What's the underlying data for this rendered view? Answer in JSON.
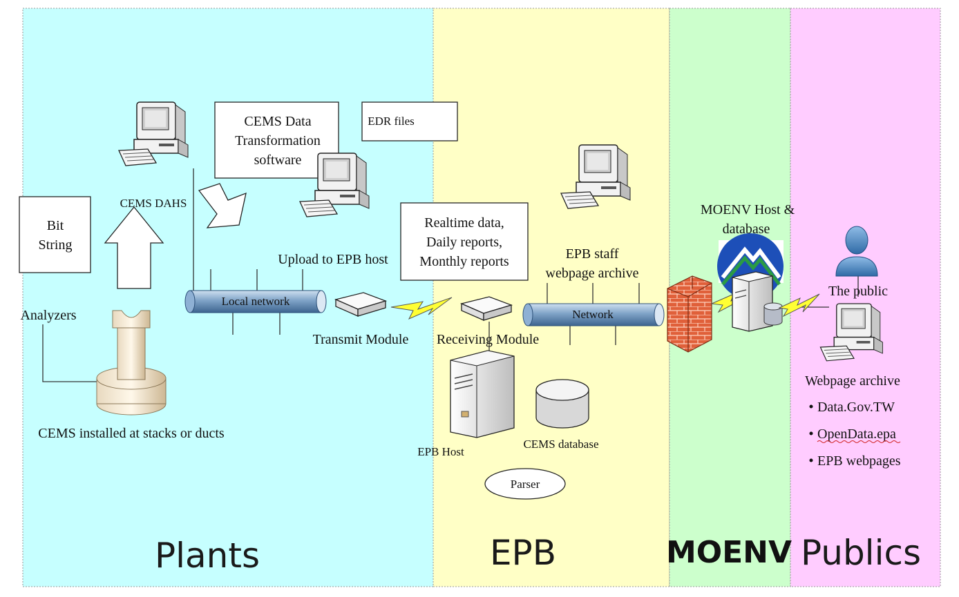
{
  "zones": {
    "plants": {
      "title": "Plants",
      "color": "#c6ffff"
    },
    "epb": {
      "title": "EPB",
      "color": "#ffffc6"
    },
    "moenv": {
      "title": "MOENV",
      "color": "#ccffcc"
    },
    "publics": {
      "title": "Publics",
      "color": "#ffccff"
    }
  },
  "labels": {
    "bit_string": [
      "Bit",
      "String"
    ],
    "analyzers": "Analyzers",
    "cems_installed": "CEMS installed at stacks or ducts",
    "cems_dahs": "CEMS DAHS",
    "transformation": [
      "CEMS Data",
      "Transformation",
      "software"
    ],
    "edr_files": "EDR files",
    "upload": "Upload to EPB host",
    "local_network": "Local network",
    "transmit_module": "Transmit Module",
    "reports": [
      "Realtime data,",
      "Daily reports,",
      "Monthly reports"
    ],
    "receiving_module": "Receiving Module",
    "epb_staff": [
      "EPB staff",
      "webpage archive"
    ],
    "network": "Network",
    "epb_host": "EPB Host",
    "cems_database": "CEMS database",
    "parser": "Parser",
    "moenv_host": [
      "MOENV Host &",
      "database"
    ],
    "the_public": "The public",
    "webpage_archive": "Webpage archive",
    "archive_items": [
      "Data.Gov.TW",
      "OpenData.epa",
      "EPB webpages"
    ]
  }
}
